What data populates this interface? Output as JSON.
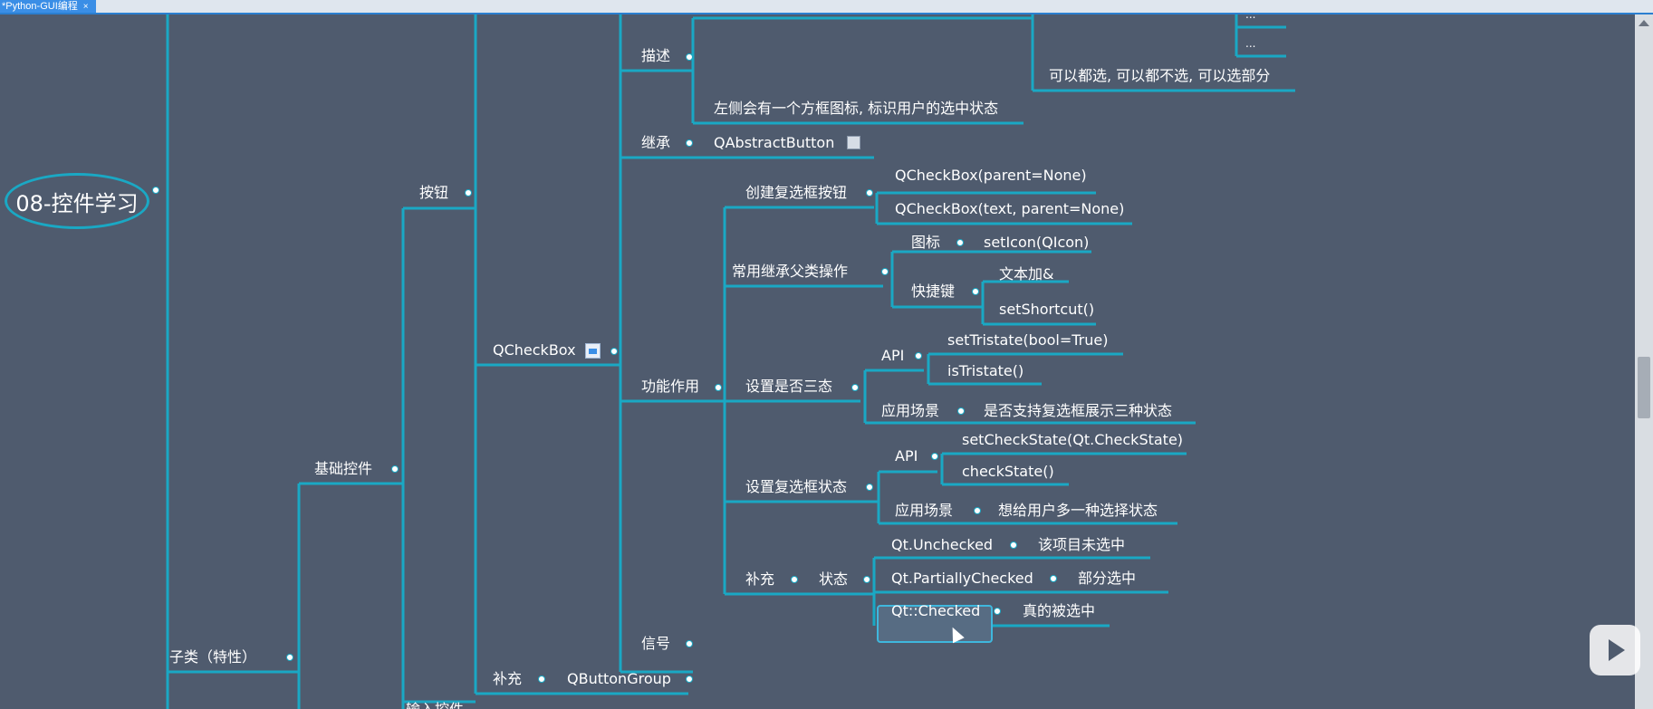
{
  "window": {
    "tab_title": "*Python-GUI编程",
    "tab_close": "×"
  },
  "root": {
    "label": "08-控件学习"
  },
  "level1": {
    "subclass": "子类（特性）"
  },
  "level2": {
    "basic_controls": "基础控件"
  },
  "level3": {
    "buttons": "按钮",
    "input_controls": "输入控件"
  },
  "level4": {
    "qcheckbox": "QCheckBox",
    "supplement": "补充",
    "qbuttongroup": "QButtonGroup"
  },
  "level5": {
    "describe": "描述",
    "inherit": "继承",
    "inherit_value": "QAbstractButton",
    "function": "功能作用",
    "signal": "信号"
  },
  "describe": {
    "items": [
      "...",
      "...",
      "可以都选, 可以都不选, 可以选部分",
      "左侧会有一个方框图标, 标识用户的选中状态"
    ]
  },
  "function": {
    "create": "创建复选框按钮",
    "create_items": [
      "QCheckBox(parent=None)",
      "QCheckBox(text, parent=None)"
    ],
    "common_ops": "常用继承父类操作",
    "icon": "图标",
    "icon_value": "setIcon(QIcon)",
    "shortcut": "快捷键",
    "shortcut_items": [
      "文本加&",
      "setShortcut()"
    ],
    "tristate": "设置是否三态",
    "tristate_api": "API",
    "tristate_api_items": [
      "setTristate(bool=True)",
      "isTristate()"
    ],
    "tristate_scene": "应用场景",
    "tristate_scene_value": "是否支持复选框展示三种状态",
    "checkstate": "设置复选框状态",
    "checkstate_api": "API",
    "checkstate_api_items": [
      "setCheckState(Qt.CheckState)",
      "checkState()"
    ],
    "checkstate_scene": "应用场景",
    "checkstate_scene_value": "想给用户多一种选择状态",
    "supplement": "补充",
    "state": "状态",
    "states": [
      {
        "name": "Qt.Unchecked",
        "desc": "该项目未选中"
      },
      {
        "name": "Qt.PartiallyChecked",
        "desc": "部分选中"
      },
      {
        "name": "Qt::Checked",
        "desc": "真的被选中"
      }
    ]
  },
  "colors": {
    "background": "#4f5b6e",
    "branch": "#1aa8c4",
    "text": "#ffffff"
  }
}
